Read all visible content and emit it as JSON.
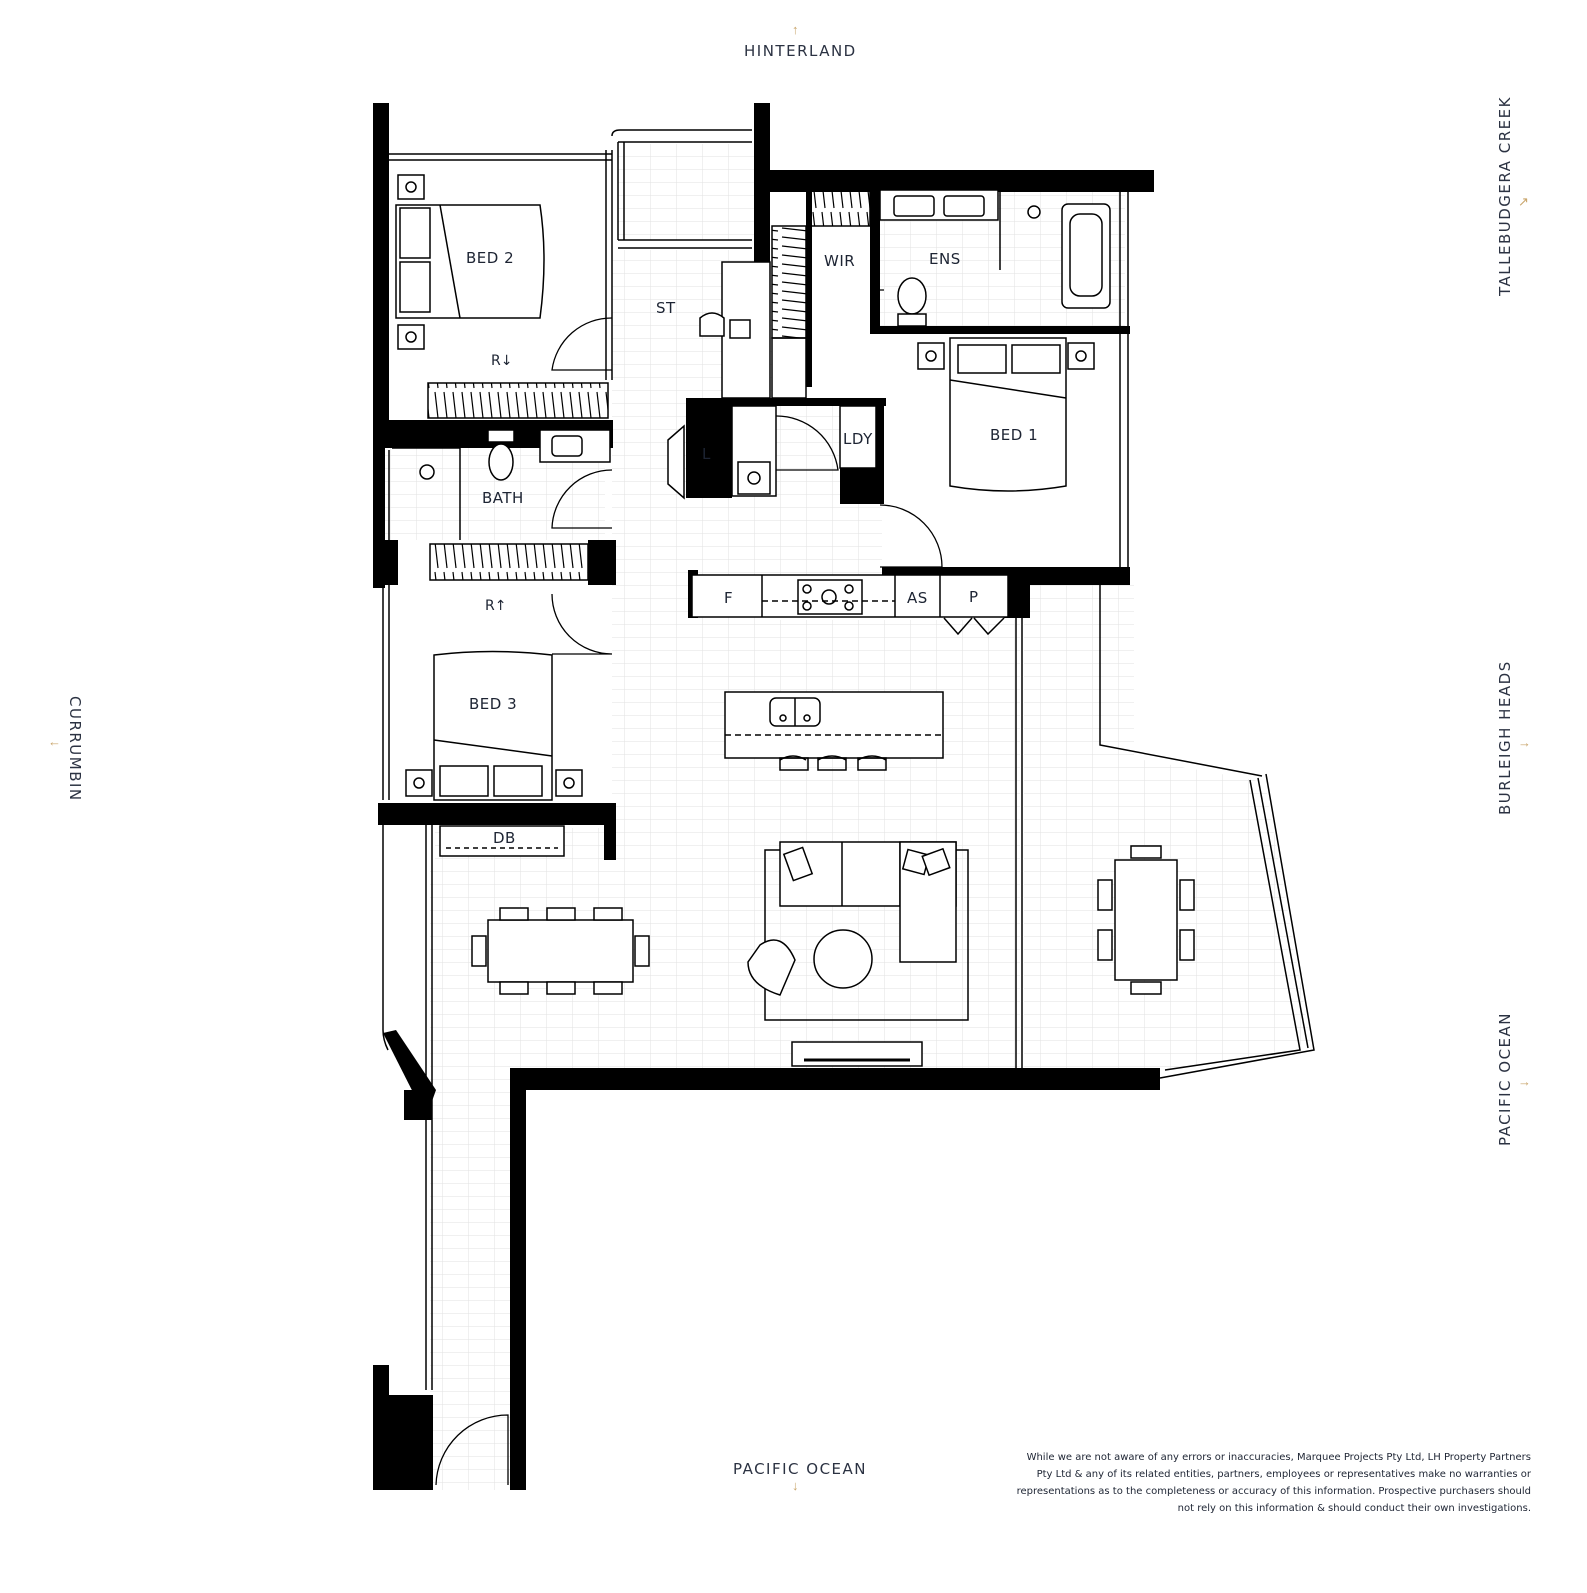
{
  "compass": {
    "north": "HINTERLAND",
    "south": "PACIFIC OCEAN",
    "west": "CURRUMBIN",
    "east_top": "TALLEBUDGERA CREEK",
    "east_mid": "BURLEIGH HEADS",
    "east_bottom": "PACIFIC OCEAN"
  },
  "rooms": {
    "bed2": "BED 2",
    "st": "ST",
    "wir": "WIR",
    "ens": "ENS",
    "r_down": "R↓",
    "bath": "BATH",
    "l": "L",
    "ldy": "LDY",
    "bed1": "BED 1",
    "r_up": "R↑",
    "f": "F",
    "as": "AS",
    "p": "P",
    "bed3": "BED 3",
    "db": "DB"
  },
  "disclaimer": "While we are not aware of any errors or inaccuracies, Marquee Projects Pty Ltd, LH Property Partners Pty Ltd & any of its related entities, partners, employees or representatives make no warranties or representations as to the completeness or accuracy of this information. Prospective purchasers should not rely on this information & should conduct their own investigations.",
  "colors": {
    "wall": "#000000",
    "grid": "#e2e2e2",
    "accent": "#c9a56b",
    "text": "#1d2433"
  }
}
